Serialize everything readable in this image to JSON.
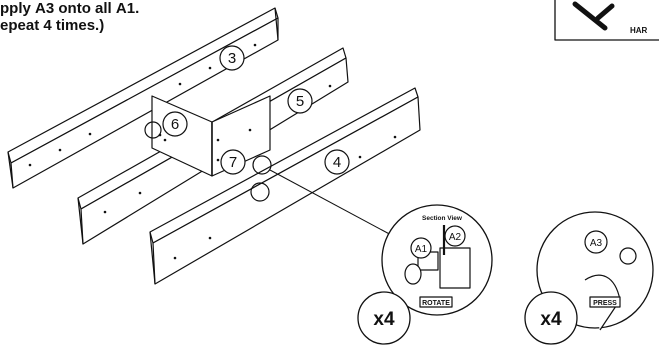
{
  "instructions": {
    "line1_prefix": "pply ",
    "line1_part_a": "A3",
    "line1_middle": " onto all ",
    "line1_part_b": "A1",
    "line1_suffix": ".",
    "line2": "epeat 4 times.)"
  },
  "hardware_box": {
    "label": "HAR"
  },
  "panels": [
    {
      "id": "panel-3",
      "number": "3"
    },
    {
      "id": "panel-5",
      "number": "5"
    },
    {
      "id": "panel-6",
      "number": "6"
    },
    {
      "id": "panel-7",
      "number": "7"
    },
    {
      "id": "panel-4",
      "number": "4"
    }
  ],
  "detail_rotate": {
    "title": "Section View",
    "part_a1": "A1",
    "part_a2": "A2",
    "action": "ROTATE",
    "count": "x4"
  },
  "detail_press": {
    "part_a3": "A3",
    "action": "PRESS",
    "count": "x4"
  },
  "colors": {
    "line": "#111111",
    "background": "#ffffff"
  }
}
